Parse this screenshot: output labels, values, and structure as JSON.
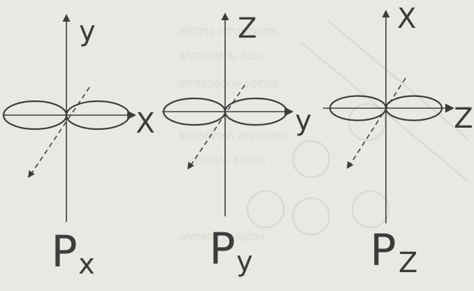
{
  "orbitals": [
    {
      "name": "p-x",
      "label_main": "P",
      "label_sub": "x",
      "horizontal_axis": "X",
      "vertical_axis": "y"
    },
    {
      "name": "p-y",
      "label_main": "P",
      "label_sub": "y",
      "horizontal_axis": "y",
      "vertical_axis": "Z"
    },
    {
      "name": "p-z",
      "label_main": "P",
      "label_sub": "Z",
      "horizontal_axis": "Z",
      "vertical_axis": "X"
    }
  ],
  "colors": {
    "ink": "#3c3c3c",
    "paper": "#e9e9e3",
    "bleed": "#d6d6cf"
  }
}
